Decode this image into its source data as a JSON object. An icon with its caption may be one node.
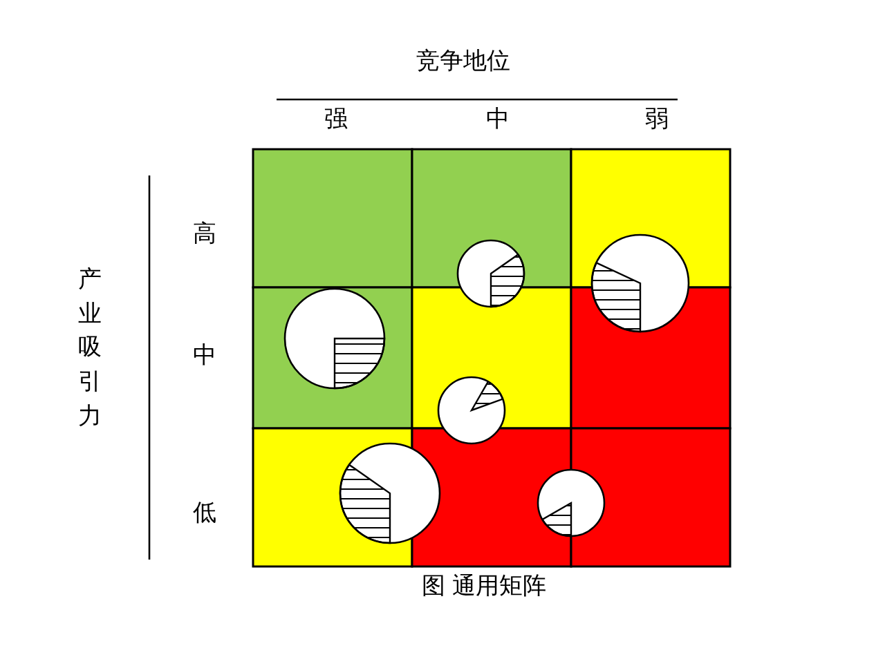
{
  "diagram": {
    "caption": "图 通用矩阵",
    "labels": [
      "竞争地位",
      "强",
      "中",
      "弱",
      "产业吸引力",
      "高",
      "中",
      "低"
    ]
  }
}
